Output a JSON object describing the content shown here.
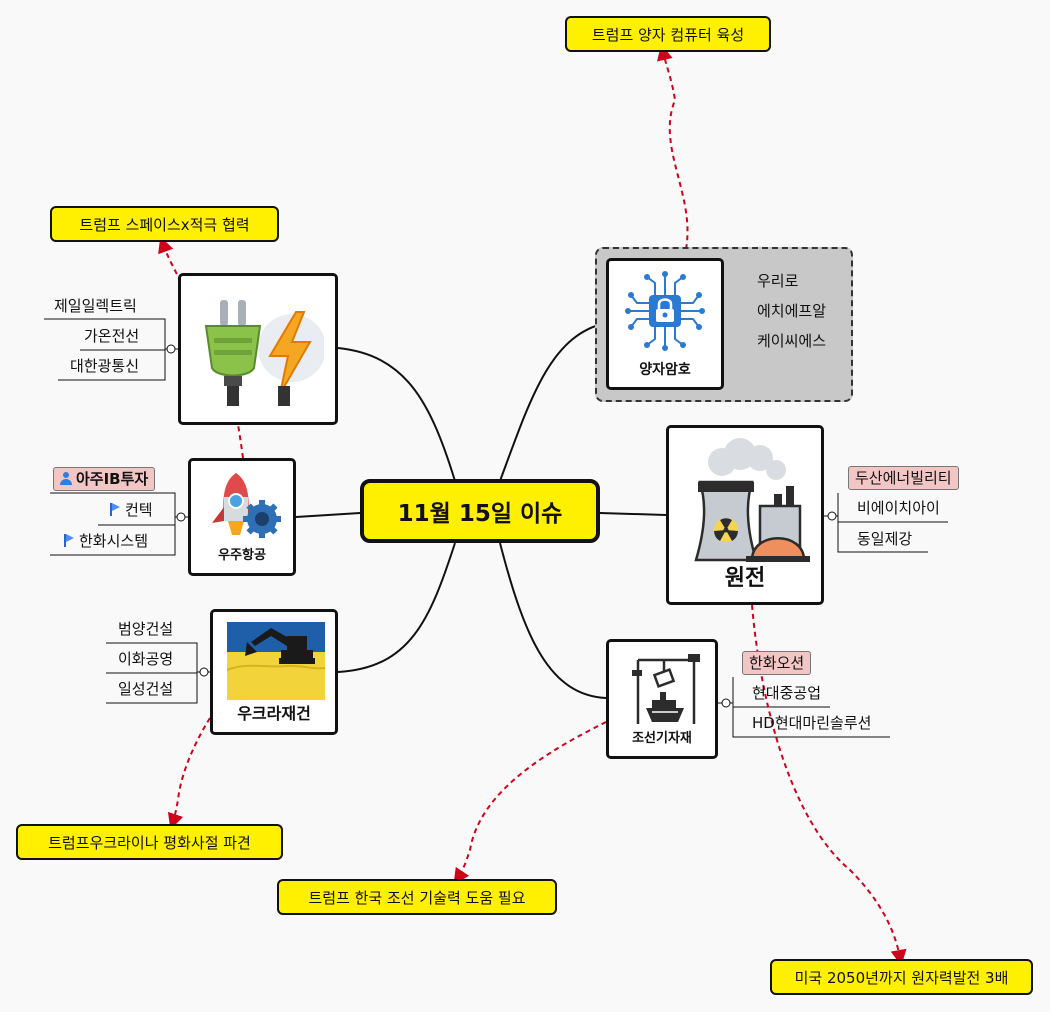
{
  "center": {
    "label": "11월 15일 이슈"
  },
  "nodes": {
    "power": {
      "caption": ""
    },
    "space": {
      "caption": "우주항공"
    },
    "ukraine": {
      "caption": "우크라재건"
    },
    "quantum": {
      "caption": "양자암호"
    },
    "nuclear": {
      "caption": "원전"
    },
    "ship": {
      "caption": "조선기자재"
    }
  },
  "leaves": {
    "power": [
      "제일일렉트릭",
      "가온전선",
      "대한광통신"
    ],
    "space": [
      "아주IB투자",
      "컨텍",
      "한화시스템"
    ],
    "ukraine": [
      "범양건설",
      "이화공영",
      "일성건설"
    ],
    "quantum": [
      "우리로",
      "에치에프알",
      "케이씨에스"
    ],
    "nuclear": [
      "두산에너빌리티",
      "비에이치아이",
      "동일제강"
    ],
    "ship": [
      "한화오션",
      "현대중공업",
      "HD현대마린솔루션"
    ]
  },
  "callouts": {
    "quantum": "트럼프 양자 컴퓨터 육성",
    "space": "트럼프 스페이스x적극 협력",
    "ukraine": "트럼프우크라이나 평화사절 파견",
    "ship": "트럼프 한국 조선 기술력 도움 필요",
    "nuclear": "미국 2050년까지 원자력발전 3배"
  },
  "colors": {
    "callout_fill": "#fff000",
    "dashed_link": "#d0021b",
    "highlight_fill": "#f3c6c6",
    "group_fill": "#c8c8c8",
    "branch_line": "#111111"
  },
  "icons": {
    "power": "plug-lightning-icon",
    "space": "rocket-gear-icon",
    "ukraine": "excavator-icon",
    "quantum": "circuit-lock-icon",
    "nuclear": "nuclear-plant-icon",
    "ship": "ship-crane-icon"
  }
}
